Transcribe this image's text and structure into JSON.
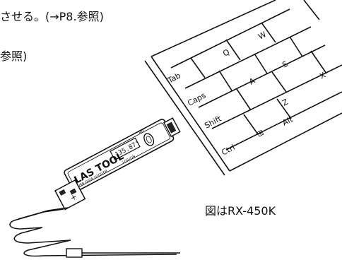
{
  "text": {
    "line1": "させる。(→P8.参照)",
    "line2": "参照)",
    "caption": "図はRX-450K"
  },
  "keyboard": {
    "keys": [
      "Tab",
      "Q",
      "W",
      "Caps",
      "A",
      "S",
      "X",
      "Shift",
      "Z",
      "Ctrl",
      "⊞",
      "Alt"
    ]
  },
  "device": {
    "brand": "LAS TOOL",
    "model_line": "USB DATA LOGGER",
    "lcd_value": "135.87°",
    "label_small": "LOG/ON",
    "label_small2": "REC"
  }
}
